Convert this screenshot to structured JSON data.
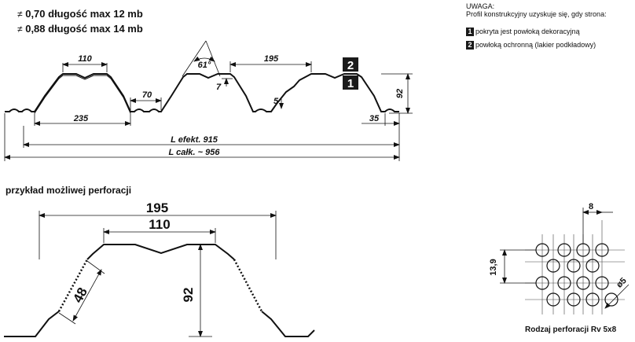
{
  "specs": {
    "line1_symbol": "≠",
    "line1": "0,70 długość max 12 mb",
    "line2_symbol": "≠",
    "line2": "0,88 długość max 14 mb"
  },
  "note": {
    "title": "UWAGA:",
    "subtitle": "Profil konstrukcyjny uzyskuje się, gdy strona:",
    "items": [
      {
        "num": "1",
        "text": "pokryta jest powłoką dekoracyjną"
      },
      {
        "num": "2",
        "text": "powłoką ochronną (lakier podkładowy)"
      }
    ]
  },
  "top_profile": {
    "dim_110": "110",
    "dim_61": "61°",
    "dim_195": "195",
    "dim_70": "70",
    "dim_7": "7",
    "dim_5": "5",
    "dim_92": "92",
    "dim_235": "235",
    "dim_35": "35",
    "l_efekt": "L efekt. 915",
    "l_calk": "L całk. ~ 956",
    "label_2": "2",
    "label_1": "1"
  },
  "perforation": {
    "heading": "przykład możliwej perforacji",
    "dim_195": "195",
    "dim_110": "110",
    "dim_48": "48",
    "dim_92": "92"
  },
  "pattern": {
    "dim_8": "8",
    "dim_13_9": "13,9",
    "dim_d5": "ø5",
    "caption": "Rodzaj perforacji Rv 5x8"
  },
  "colors": {
    "line": "#111111",
    "badge": "#1a1a1a"
  }
}
